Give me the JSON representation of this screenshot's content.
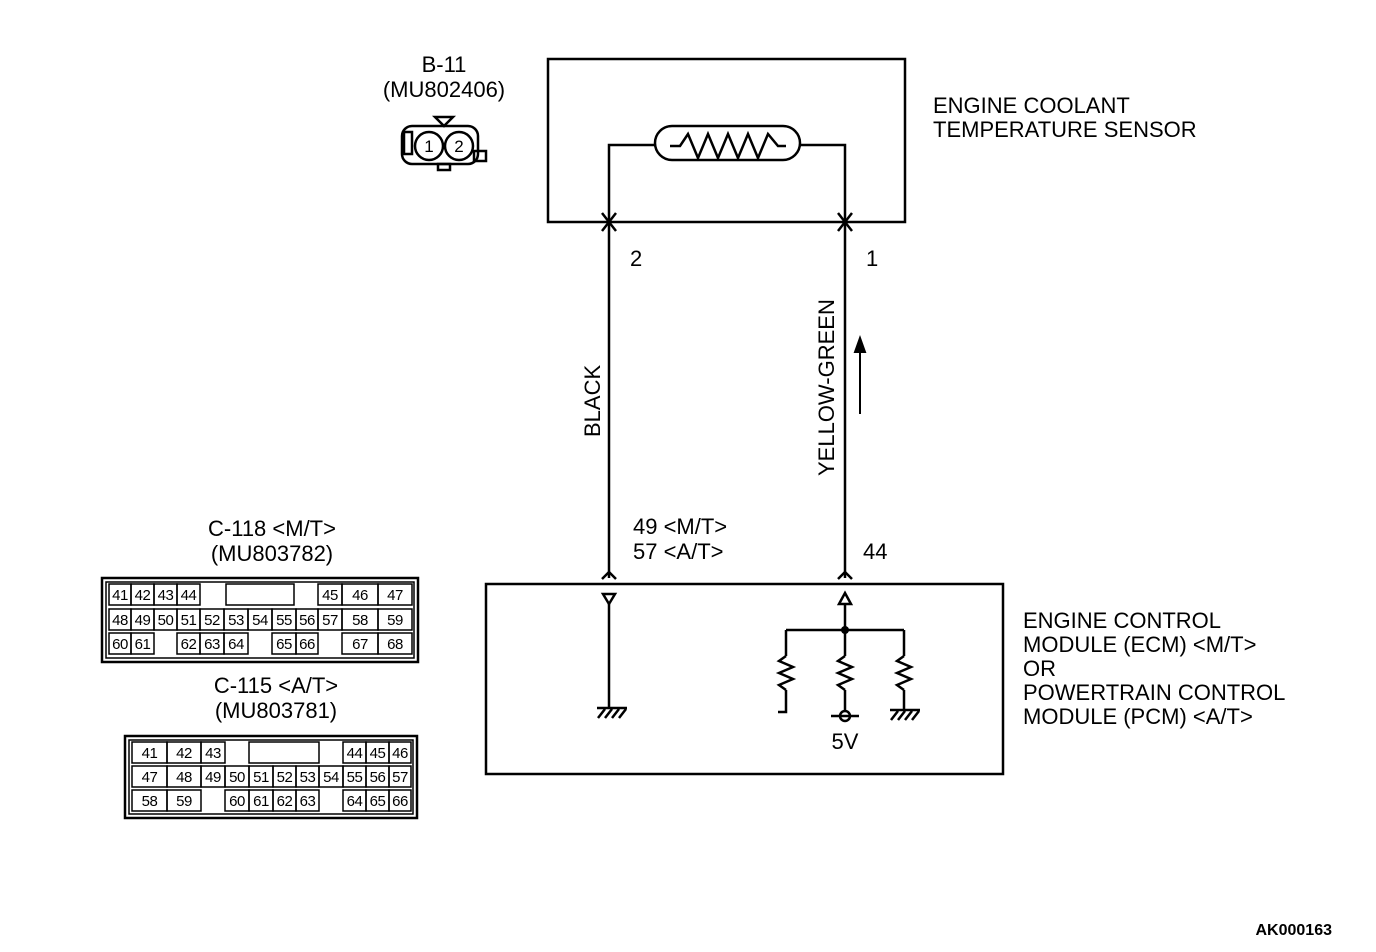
{
  "sensor_connector": {
    "id": "B-11",
    "part": "(MU802406)",
    "pins": [
      "1",
      "2"
    ]
  },
  "sensor": {
    "title_line1": "ENGINE COOLANT",
    "title_line2": "TEMPERATURE SENSOR"
  },
  "wires": {
    "left": {
      "sensor_pin": "2",
      "color": "BLACK",
      "ecm_pin_line1": "49 <M/T>",
      "ecm_pin_line2": "57 <A/T>"
    },
    "right": {
      "sensor_pin": "1",
      "color": "YELLOW-GREEN",
      "ecm_pin": "44"
    }
  },
  "module": {
    "line1": "ENGINE CONTROL",
    "line2": "MODULE (ECM) <M/T>",
    "line3": "OR",
    "line4": "POWERTRAIN CONTROL",
    "line5": "MODULE (PCM) <A/T>",
    "supply": "5V"
  },
  "connector_c118": {
    "title": "C-118 <M/T>",
    "part": "(MU803782)",
    "rows": [
      [
        "41",
        "42",
        "43",
        "44",
        "",
        "45",
        "46",
        "47"
      ],
      [
        "48",
        "49",
        "50",
        "51",
        "52",
        "53",
        "54",
        "55",
        "56",
        "57",
        "58",
        "59"
      ],
      [
        "60",
        "61",
        "62",
        "63",
        "64",
        "65",
        "66",
        "67",
        "68"
      ]
    ]
  },
  "connector_c115": {
    "title": "C-115 <A/T>",
    "part": "(MU803781)",
    "rows": [
      [
        "41",
        "42",
        "43",
        "",
        "44",
        "45",
        "46"
      ],
      [
        "47",
        "48",
        "49",
        "50",
        "51",
        "52",
        "53",
        "54",
        "55",
        "56",
        "57"
      ],
      [
        "58",
        "59",
        "60",
        "61",
        "62",
        "63",
        "64",
        "65",
        "66"
      ]
    ]
  },
  "figure_id": "AK000163"
}
